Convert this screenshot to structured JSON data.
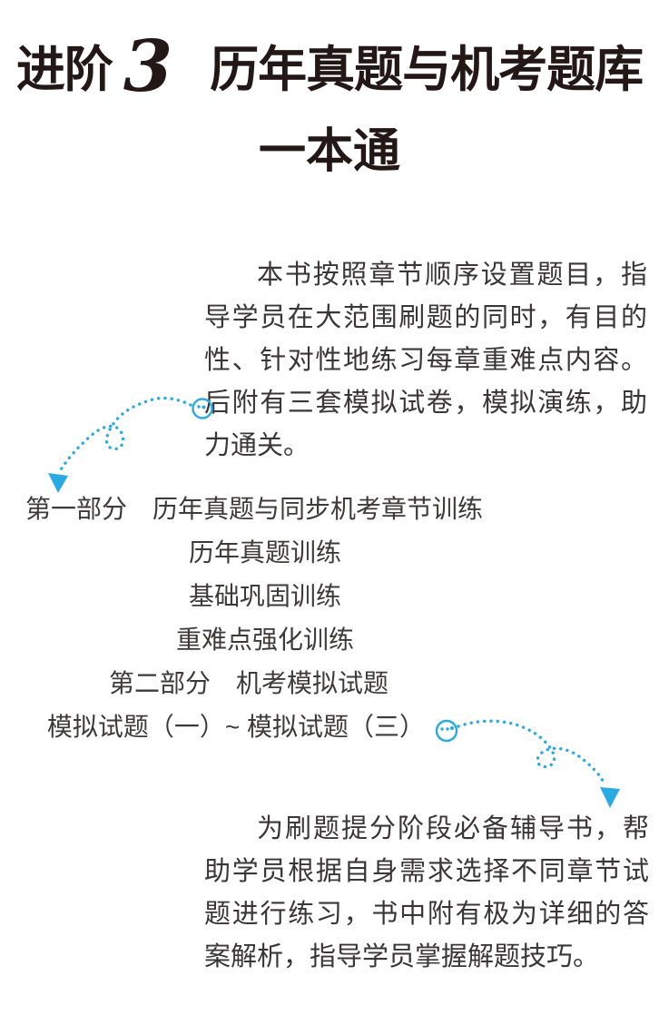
{
  "page": {
    "background": "#ffffff",
    "title_color": "#231815",
    "text_color": "#3a3637",
    "accent_color": "#29abe2"
  },
  "title": {
    "prefix": "进阶",
    "number": "3",
    "suffix": "历年真题与机考题库",
    "line2": "一本通"
  },
  "intro": {
    "text": "本书按照章节顺序设置题目，指导学员在大范围刷题的同时，有目的性、针对性地练习每章重难点内容。后附有三套模拟试卷，模拟演练，助力通关。"
  },
  "contents": {
    "items": [
      "第一部分　历年真题与同步机考章节训练",
      "历年真题训练",
      "基础巩固训练",
      "重难点强化训练",
      "第二部分　机考模拟试题",
      "模拟试题（一）~ 模拟试题（三）"
    ]
  },
  "outro": {
    "text": "为刷题提分阶段必备辅导书，帮助学员根据自身需求选择不同章节试题进行练习，书中附有极为详细的答案解析，指导学员掌握解题技巧。"
  },
  "decorations": {
    "arrow_top": "dotted-curl-arrow-down-left",
    "arrow_bottom": "dotted-curl-arrow-down-right",
    "arrow_color": "#29abe2"
  }
}
